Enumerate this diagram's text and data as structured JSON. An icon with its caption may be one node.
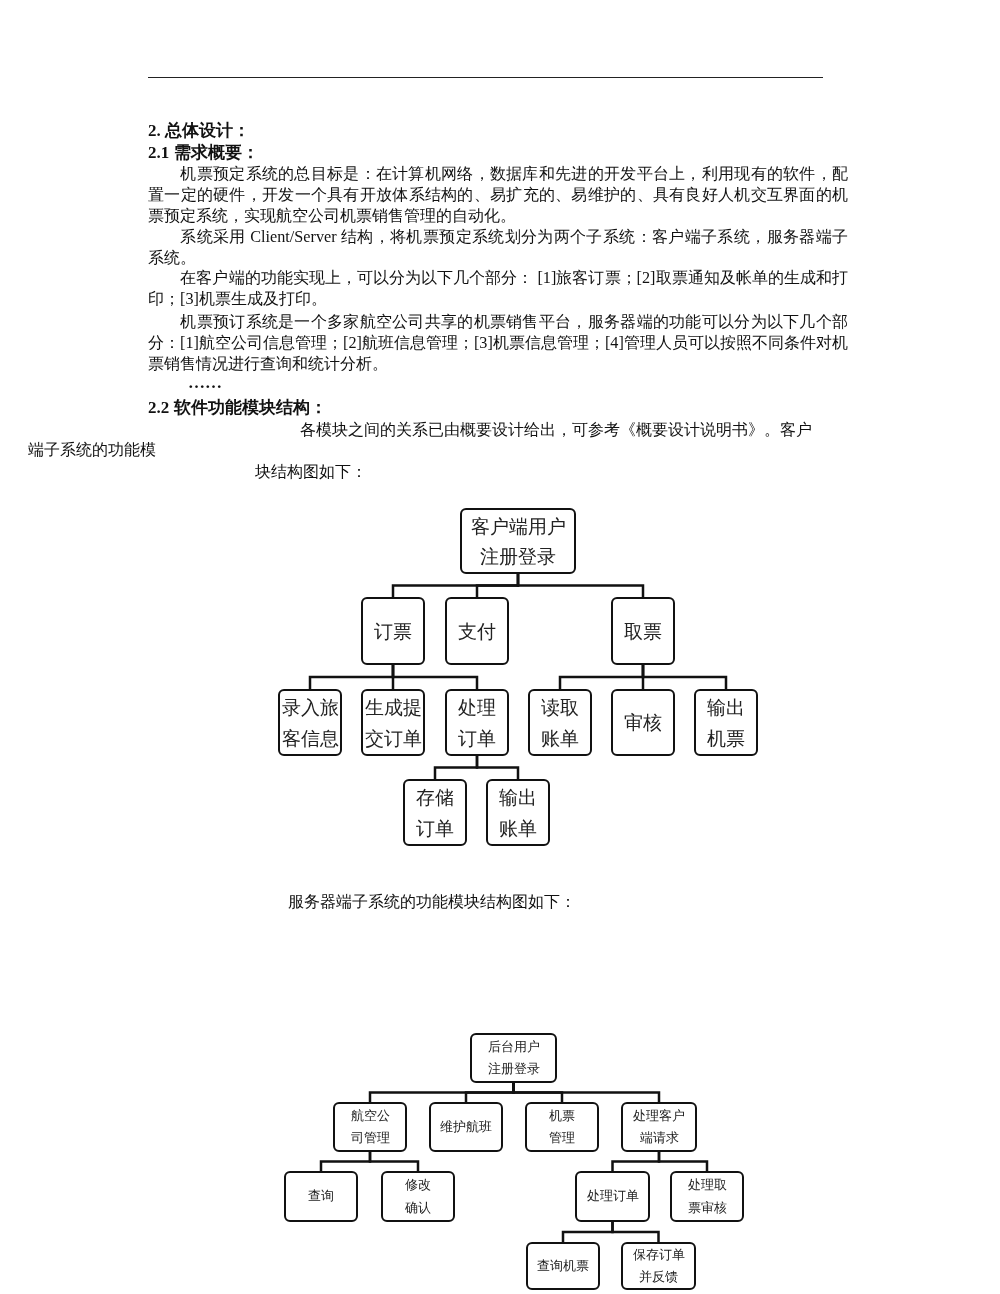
{
  "diagram": {
    "nodes": [
      {
        "text": [
          "客户端用户注册登录"
        ]
      },
      {
        "text": [
          "订票"
        ]
      },
      {
        "text": [
          "支付"
        ]
      },
      {
        "text": [
          "取票"
        ]
      },
      {
        "text": [
          "录入旅客信息"
        ]
      },
      {
        "text": [
          "生成提交订单"
        ]
      },
      {
        "text": [
          "处理订单"
        ]
      },
      {
        "text": [
          "读取账单"
        ]
      },
      {
        "text": [
          "审核"
        ]
      },
      {
        "text": [
          "输出机票"
        ]
      },
      {
        "text": [
          "存储订单"
        ]
      },
      {
        "text": [
          "输出账单"
        ]
      },
      {
        "text": [
          "后台用户注册登录"
        ]
      },
      {
        "text": [
          "航空公司管理"
        ]
      },
      {
        "text": [
          "维护航班"
        ]
      },
      {
        "text": [
          "机票管理"
        ]
      },
      {
        "text": [
          "处理客户端请求"
        ]
      },
      {
        "text": [
          "查询"
        ]
      },
      {
        "text": [
          "修改确认"
        ]
      },
      {
        "text": [
          "处理订单"
        ]
      },
      {
        "text": [
          "处理取票审核"
        ]
      },
      {
        "text": [
          "查询机票"
        ]
      },
      {
        "text": [
          "保存订单并反馈"
        ]
      }
    ],
    "edges": [
      {
        "from": 0,
        "to": 1,
        "arrow": "none"
      },
      {
        "from": 0,
        "to": 2,
        "arrow": "none"
      },
      {
        "from": 0,
        "to": 3,
        "arrow": "none"
      },
      {
        "from": 1,
        "to": 4,
        "arrow": "none"
      },
      {
        "from": 1,
        "to": 5,
        "arrow": "none"
      },
      {
        "from": 1,
        "to": 6,
        "arrow": "none"
      },
      {
        "from": 3,
        "to": 7,
        "arrow": "none"
      },
      {
        "from": 3,
        "to": 8,
        "arrow": "none"
      },
      {
        "from": 3,
        "to": 9,
        "arrow": "none"
      },
      {
        "from": 6,
        "to": 10,
        "arrow": "none"
      },
      {
        "from": 6,
        "to": 11,
        "arrow": "none"
      },
      {
        "from": 12,
        "to": 13,
        "arrow": "none"
      },
      {
        "from": 12,
        "to": 14,
        "arrow": "none"
      },
      {
        "from": 12,
        "to": 15,
        "arrow": "none"
      },
      {
        "from": 12,
        "to": 16,
        "arrow": "none"
      },
      {
        "from": 13,
        "to": 17,
        "arrow": "none"
      },
      {
        "from": 13,
        "to": 18,
        "arrow": "none"
      },
      {
        "from": 16,
        "to": 19,
        "arrow": "none"
      },
      {
        "from": 16,
        "to": 20,
        "arrow": "none"
      },
      {
        "from": 19,
        "to": 21,
        "arrow": "none"
      },
      {
        "from": 19,
        "to": 22,
        "arrow": "none"
      }
    ],
    "labels": [
      "2. 总体设计：",
      "2.1 需求概要：",
      "机票预定系统的总目标是：在计算机网络，数据库和先进的开发平台上，利用现有的软件，配置一定的硬件，开发一个具有开放体系结构的、易扩充的、易维护的、具有良好人机交互界面的机票预定系统，实现航空公司机票销售管理的自动化。",
      "系统采用 Client/Server 结构，将机票预定系统划分为两个子系统：客户端子系统，服务器端子系统。",
      "在客户端的功能实现上，可以分为以下几个部分： [1]旅客订票；[2]取票通知及帐单的生成和打印；[3]机票生成及打印。",
      "机票预订系统是一个多家航空公司共享的机票销售平台，服务器端的功能可以分为以下几个部分：[1]航空公司信息管理；[2]航班信息管理；[3]机票信息管理；[4]管理人员可以按照不同条件对机票销售情况进行查询和统计分析。",
      "……",
      "2.2 软件功能模块结构：",
      "各模块之间的关系已由概要设计给出，可参考《概要设计说明书》。客户",
      "端子系统的功能模",
      "块结构图如下：",
      "服务器端子系统的功能模块结构图如下："
    ]
  }
}
